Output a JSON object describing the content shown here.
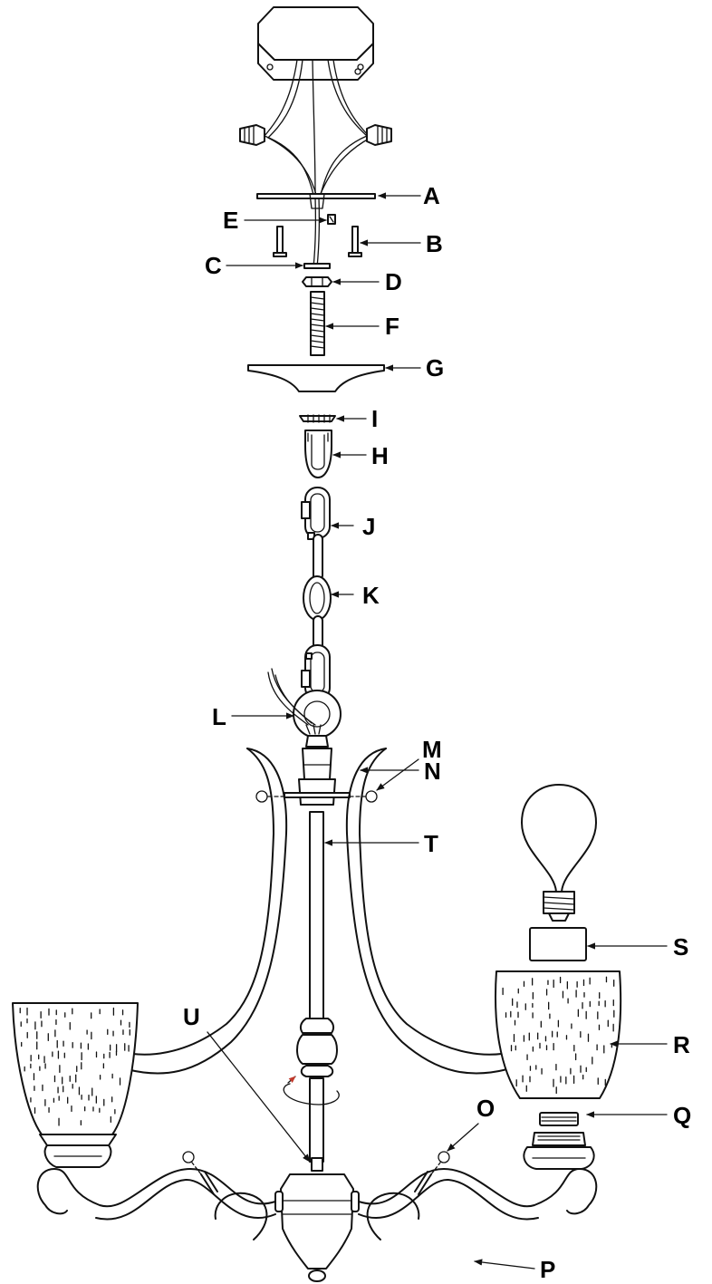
{
  "labels": {
    "A": "A",
    "B": "B",
    "C": "C",
    "D": "D",
    "E": "E",
    "F": "F",
    "G": "G",
    "H": "H",
    "I": "I",
    "J": "J",
    "K": "K",
    "L": "L",
    "M": "M",
    "N": "N",
    "O": "O",
    "P": "P",
    "Q": "Q",
    "R": "R",
    "S": "S",
    "T": "T",
    "U": "U"
  }
}
